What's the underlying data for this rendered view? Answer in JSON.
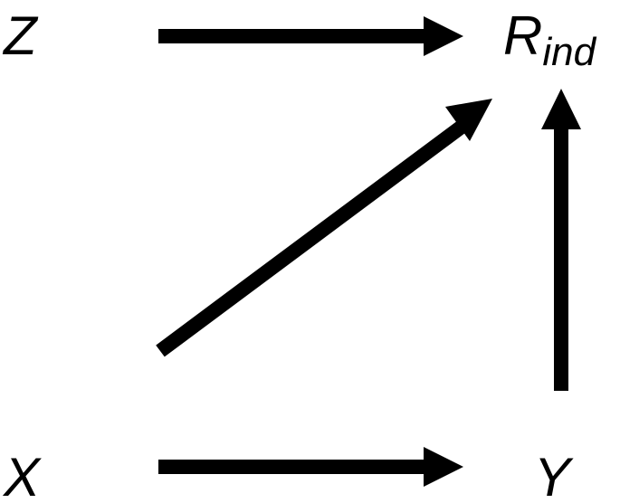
{
  "nodes": {
    "z": {
      "label": "Z"
    },
    "r_ind": {
      "label": "R",
      "subscript": "ind"
    },
    "x": {
      "label": "X"
    },
    "y": {
      "label": "Y"
    }
  },
  "edges": [
    {
      "from": "Z",
      "to": "R_ind"
    },
    {
      "from": "X",
      "to": "R_ind"
    },
    {
      "from": "Y",
      "to": "R_ind"
    },
    {
      "from": "X",
      "to": "Y"
    }
  ],
  "colors": {
    "ink": "#000000",
    "background": "#ffffff"
  }
}
